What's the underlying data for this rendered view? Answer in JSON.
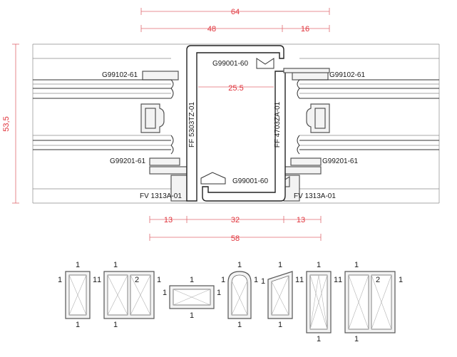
{
  "dimensions": {
    "total_width": "64",
    "left_width": "48",
    "right_width": "16",
    "height": "53,5",
    "inner_width": "25.5",
    "bottom_left": "13",
    "bottom_middle": "32",
    "bottom_right": "13",
    "bottom_total": "58"
  },
  "profiles": {
    "g99102_left": "G99102-61",
    "g99102_right": "G99102-61",
    "g99001_top": "G99001-60",
    "g99001_bottom": "G99001-60",
    "g99201_left": "G99201-61",
    "g99201_right": "G99201-61",
    "fv1313_left": "FV 1313A-01",
    "fv1313_right": "FV 1313A-01",
    "ff5303": "FF 5303TZ-01",
    "ff4703": "FF 4703ZA-01"
  },
  "windows": [
    {
      "labels": [
        "1",
        "1",
        "1",
        "1"
      ]
    },
    {
      "labels": [
        "1",
        "1",
        "1",
        "1",
        "2"
      ]
    },
    {
      "labels": [
        "1",
        "1",
        "1",
        "1"
      ]
    },
    {
      "labels": [
        "1",
        "1",
        "1",
        "1"
      ]
    },
    {
      "labels": [
        "1",
        "1",
        "1",
        "1"
      ]
    },
    {
      "labels": [
        "1",
        "1",
        "1",
        "1"
      ]
    },
    {
      "labels": [
        "1",
        "1",
        "1",
        "1",
        "2"
      ]
    }
  ]
}
